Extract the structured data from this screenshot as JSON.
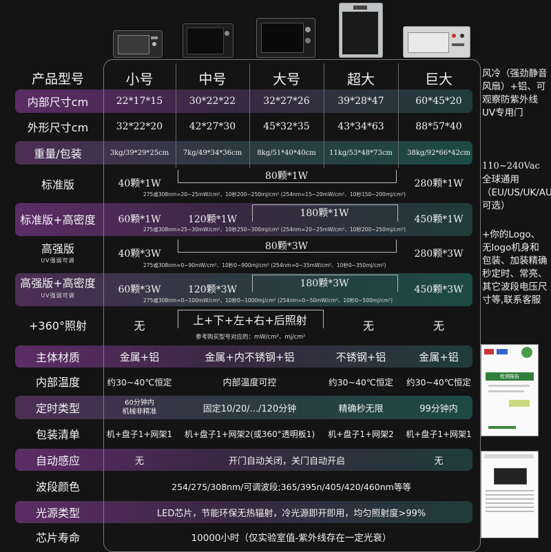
{
  "columns": {
    "label": "产品型号",
    "models": [
      "小号",
      "中号",
      "大号",
      "超大",
      "巨大"
    ]
  },
  "rows": {
    "inner_size": {
      "label": "内部尺寸cm",
      "values": [
        "22*17*15",
        "30*22*22",
        "32*27*26",
        "39*28*47",
        "60*45*20"
      ]
    },
    "outer_size": {
      "label": "外形尺寸cm",
      "values": [
        "32*22*20",
        "42*27*30",
        "45*32*35",
        "43*34*63",
        "88*57*40"
      ]
    },
    "weight": {
      "label": "重量/包装",
      "values": [
        "3kg/39*29*25cm",
        "7kg/49*34*36cm",
        "8kg/51*40*40cm",
        "11kg/53*48*73cm",
        "38kg/92*66*42cm"
      ]
    },
    "standard": {
      "label": "标准版",
      "small": "40颗*1W",
      "mid": "80颗*1W",
      "huge": "280颗*1W",
      "note": "275或308nm≈20~25mW/cm²、10秒200~250mj/cm²  (254nm≈15~20mW/cm²、10秒150~200mj/cm²)"
    },
    "standard_hd": {
      "label": "标准版+高密度",
      "small": "60颗*1W",
      "medium": "120颗*1W",
      "mid": "180颗*1W",
      "huge": "450颗*1W",
      "note": "275或308nm≈25~30mW/cm²、10秒250~300mj/cm²  (254nm≈20~25mW/cm²、10秒200~250mj/cm²)"
    },
    "high": {
      "label": "高强版",
      "sublabel": "UV强弱可调",
      "small": "40颗*3W",
      "mid": "80颗*3W",
      "huge": "280颗*3W",
      "note": "275或308nm≈0~90mW/cm²、10秒0~900mj/cm²  (254nm≈0~35mW/cm²、10秒0~350mj/cm²)"
    },
    "high_hd": {
      "label": "高强版+高密度",
      "sublabel": "UV强弱可调",
      "small": "60颗*3W",
      "medium": "120颗*3W",
      "mid": "180颗*3W",
      "huge": "450颗*3W",
      "note": "275或308nm≈0~100mW/cm²、10秒0~1000mj/cm²  (254nm≈0~50mW/cm²、10秒0~500mj/cm²)"
    },
    "irradiation": {
      "label": "+360°照射",
      "small": "无",
      "mid": "上+下+左+右+后照射",
      "xl": "无",
      "huge": "无",
      "note": "参考购买型号对应的：mW/cm²、mj/cm²"
    },
    "material": {
      "label": "主体材质",
      "small": "金属+铝",
      "mid": "金属+内不锈钢+铝",
      "xl": "不锈钢+铝",
      "huge": "金属+铝"
    },
    "temperature": {
      "label": "内部温度",
      "small": "约30~40℃恒定",
      "mid": "内部温度可控",
      "xl": "约30~40℃恒定",
      "huge": "约30~40℃恒定"
    },
    "timer": {
      "label": "定时类型",
      "small_1": "60分钟内",
      "small_2": "机械非精准",
      "mid": "固定10/20/.../120分钟",
      "xl": "精确秒无限",
      "huge": "99分钟内"
    },
    "packing": {
      "label": "包装清单",
      "small": "机+盘子1+网架1",
      "medium": "机+盘子1+网架2(或360°透明板1)",
      "xl": "机+盘子1+网架2",
      "huge": "机+盘子1+网架1"
    },
    "sensor": {
      "label": "自动感应",
      "small": "无",
      "mid": "开门自动关闭，关门自动开启",
      "huge": "无"
    },
    "wavelength": {
      "label": "波段颜色",
      "value": "254/275/308nm/可调波段;365/395n/405/420/460nm等等"
    },
    "light": {
      "label": "光源类型",
      "value": "LED芯片，节能环保无热辐射，冷光源即开即用，均匀照射度>99%"
    },
    "life": {
      "label": "芯片寿命",
      "value": "10000小时（仅实验室值-紫外线存在一定光衰）"
    }
  },
  "side": {
    "block1": "风冷（强劲静音风扇）+铝、可观察防紫外线UV专用门",
    "block2_line1": "110~240Vac",
    "block2_line2": "全球通用（EU/US/UK/AU可选）",
    "block3": "+你的Logo、无logo机身和包装、加装精确秒定时、常亮、其它波段电压尺寸等,联系客服",
    "doc1_title": "检测报告"
  },
  "colors": {
    "band_purple": "#5c2c66",
    "band_teal": "#1c4a44",
    "background": "#141414"
  }
}
